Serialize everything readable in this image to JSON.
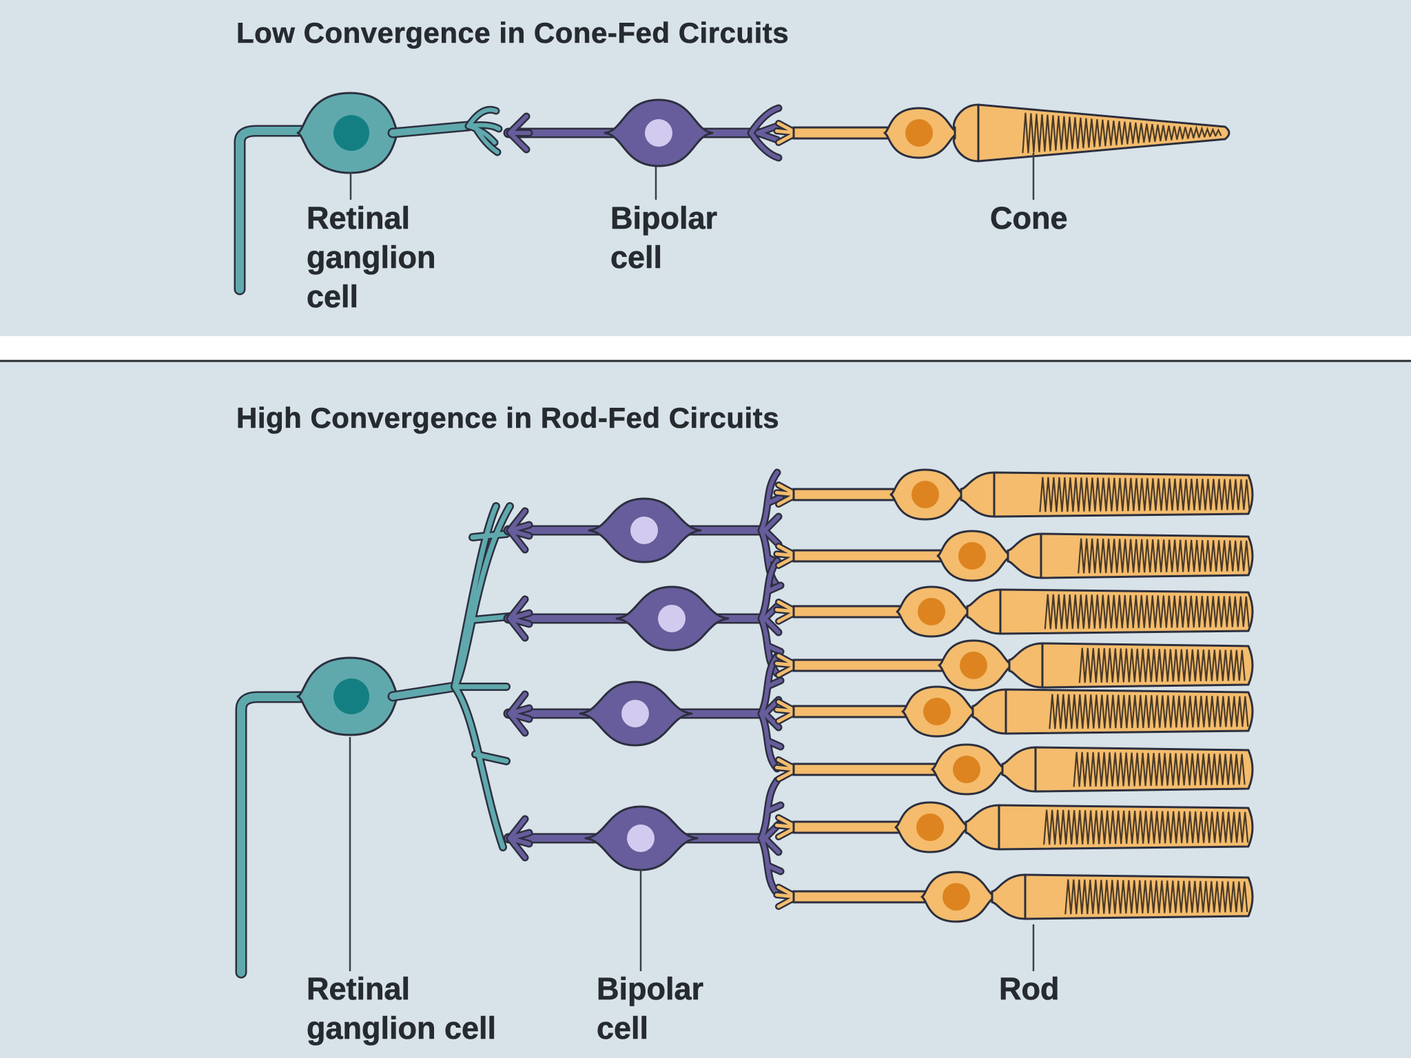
{
  "colors": {
    "background": "#d8e2e9",
    "ganglion": "#5fa9ad",
    "ganglion_nucleus": "#147f82",
    "bipolar": "#675d9c",
    "bipolar_nucleus": "#d3cbef",
    "photoreceptor": "#f4bc6c",
    "photoreceptor_nucleus": "#dd8420",
    "outline": "#2c2f3e",
    "label_text": "#262b30",
    "divider": "#282c30"
  },
  "panels": {
    "cone": {
      "title": "Low Convergence in Cone-Fed Circuits",
      "labels": {
        "ganglion": "Retinal\nganglion\ncell",
        "bipolar": "Bipolar\ncell",
        "receptor": "Cone"
      }
    },
    "rod": {
      "title": "High Convergence in Rod-Fed Circuits",
      "labels": {
        "ganglion": "Retinal\nganglion cell",
        "bipolar": "Bipolar\ncell",
        "receptor": "Rod"
      }
    }
  }
}
